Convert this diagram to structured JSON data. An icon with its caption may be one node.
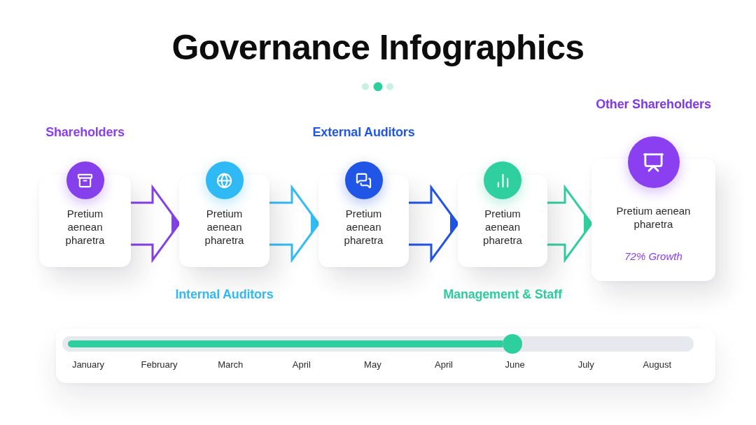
{
  "diagram": {
    "title": "Governance Infographics",
    "nodes": [
      {
        "text": [
          "Shareholders",
          "Pretium aenean pharetra"
        ]
      },
      {
        "text": [
          "Pretium aenean pharetra",
          "Internal Auditors"
        ]
      },
      {
        "text": [
          "External Auditors",
          "Pretium aenean pharetra"
        ]
      },
      {
        "text": [
          "Pretium aenean pharetra",
          "Management & Staff"
        ]
      },
      {
        "text": [
          "Other Shareholders",
          "Pretium aenean pharetra",
          "72% Growth"
        ]
      }
    ],
    "edges": [
      {
        "from": 0,
        "to": 1,
        "arrow": "to",
        "color": "#8540ec"
      },
      {
        "from": 1,
        "to": 2,
        "arrow": "to",
        "color": "#35bcf5"
      },
      {
        "from": 2,
        "to": 3,
        "arrow": "to",
        "color": "#2155e6"
      },
      {
        "from": 3,
        "to": 4,
        "arrow": "to",
        "color": "#34cfa0"
      }
    ],
    "labels": [
      "January",
      "February",
      "March",
      "April",
      "May",
      "April",
      "June",
      "July",
      "August"
    ]
  }
}
